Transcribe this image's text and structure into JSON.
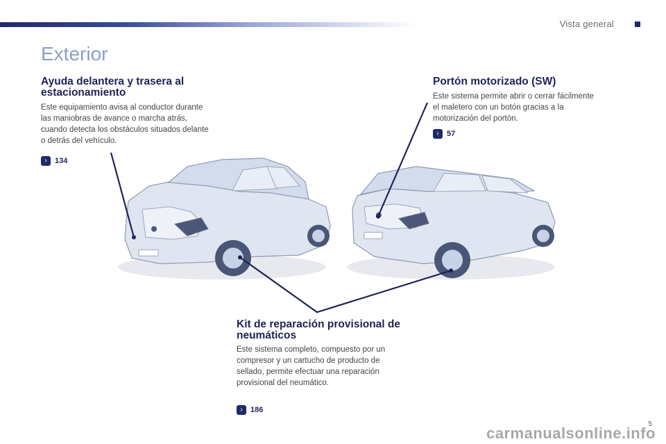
{
  "header": {
    "section_label": "Vista general"
  },
  "page_title": "Exterior",
  "items": {
    "parking_aid": {
      "heading": "Ayuda delantera y trasera al estacionamiento",
      "heading_line1": "Ayuda delantera y trasera al",
      "heading_line2": "estacionamiento",
      "text_lines": [
        "Este equipamiento avisa al conductor durante",
        "las maniobras de avance o marcha atrás,",
        "cuando detecta los obstáculos situados delante",
        "o detrás del vehículo."
      ],
      "page_ref": "134"
    },
    "power_tailgate": {
      "heading": "Portón motorizado (SW)",
      "text_lines": [
        "Este sistema permite abrir o cerrar fácilmente",
        "el maletero con un botón gracias a la",
        "motorización del portón."
      ],
      "page_ref": "57"
    },
    "repair_kit": {
      "heading_line1": "Kit de reparación provisional de",
      "heading_line2": "neumáticos",
      "text_lines": [
        "Este sistema completo, compuesto por un",
        "compresor y un cartucho de producto de",
        "sellado, permite efectuar una reparación",
        "provisional del neumático."
      ],
      "page_ref": "186"
    }
  },
  "page_number": "5",
  "watermark": "carmanualsonline.info",
  "colors": {
    "accent": "#1f2a6b",
    "title": "#8aa0c8",
    "car_body": "#dfe6f1"
  }
}
